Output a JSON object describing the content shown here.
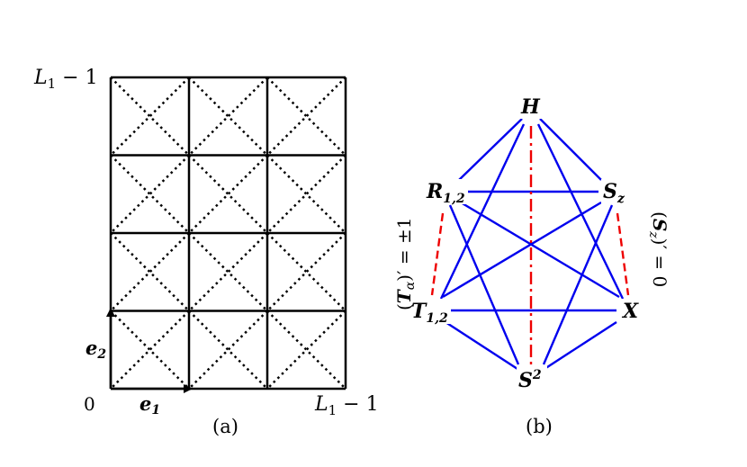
{
  "panel_a": {
    "caption": "(a)",
    "grid_columns": 3,
    "grid_rows": 4,
    "labels": {
      "top_left": "L",
      "top_left_sub": "1",
      "top_left_tail": " − 1",
      "bottom_right": "L",
      "bottom_right_sub": "1",
      "bottom_right_tail": " − 1",
      "origin": "0",
      "e1": "e",
      "e1_sub": "1",
      "e2": "e",
      "e2_sub": "2"
    }
  },
  "panel_b": {
    "caption": "(b)",
    "nodes": {
      "H": "H",
      "R": "R",
      "R_sub": "1,2",
      "S": "S",
      "S_sub": "z",
      "T": "T",
      "T_sub": "1,2",
      "X": "X",
      "S2": "S",
      "S2_sup": "2"
    },
    "left_annotation": {
      "open": "(",
      "sym": "T",
      "sub": "α",
      "tail": ")′ = ±1"
    },
    "right_annotation": {
      "open": "(",
      "sym": "S",
      "sub": "z",
      "tail": ")′ = 0"
    },
    "colors": {
      "edge": "#0000ee",
      "dashed": "#ee0000",
      "grid": "#000000"
    }
  }
}
